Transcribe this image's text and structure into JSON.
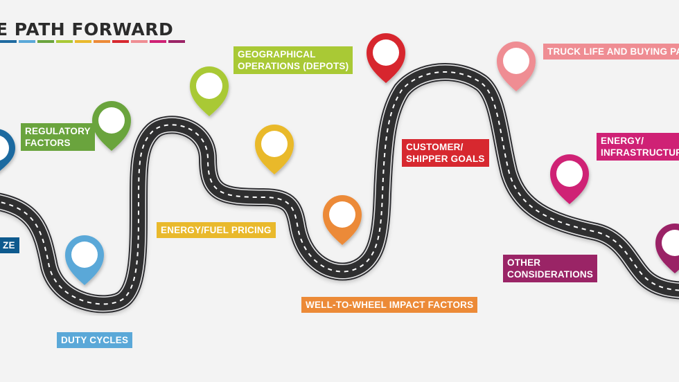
{
  "title": "E PATH FORWARD",
  "colors": {
    "road": "#2f2f30",
    "road_dash": "#ffffff",
    "background": "#f3f3f3",
    "blue": "#1f6aa0",
    "navy": "#0e5a8e",
    "green": "#6aa43d",
    "lime": "#a9c935",
    "yellow": "#e9b92c",
    "orange": "#ec8a37",
    "red": "#d7282f",
    "pink": "#ef8d93",
    "magenta": "#cf2175",
    "plum": "#9a2466",
    "light_blue": "#5aa8d8"
  },
  "title_bar_colors": [
    "#1f6aa0",
    "#5aa8d8",
    "#6aa43d",
    "#a9c935",
    "#e9b92c",
    "#ec8a37",
    "#d7282f",
    "#ef8d93",
    "#cf2175",
    "#9a2466"
  ],
  "labels": {
    "size": "ZE",
    "regulatory": [
      "REGULATORY",
      "FACTORS"
    ],
    "duty_cycles": "DUTY CYCLES",
    "energy_fuel": "ENERGY/FUEL PRICING",
    "geographical": [
      "GEOGRAPHICAL",
      "OPERATIONS (DEPOTS)"
    ],
    "well_to_wheel": "WELL-TO-WHEEL IMPACT FACTORS",
    "customer": [
      "CUSTOMER/",
      "SHIPPER GOALS"
    ],
    "truck_life": "TRUCK LIFE AND BUYING PATTER",
    "other": [
      "OTHER",
      "CONSIDERATIONS"
    ],
    "energy_infra": [
      "ENERGY/",
      "INFRASTRUCTURE"
    ]
  },
  "pins": [
    {
      "name": "pin-blue",
      "color": "#1f6aa0"
    },
    {
      "name": "pin-green",
      "color": "#6aa43d"
    },
    {
      "name": "pin-light-blue",
      "color": "#5aa8d8"
    },
    {
      "name": "pin-lime",
      "color": "#a9c935"
    },
    {
      "name": "pin-yellow",
      "color": "#e9b92c"
    },
    {
      "name": "pin-orange",
      "color": "#ec8a37"
    },
    {
      "name": "pin-red",
      "color": "#d7282f"
    },
    {
      "name": "pin-pink",
      "color": "#ef8d93"
    },
    {
      "name": "pin-magenta",
      "color": "#cf2175"
    },
    {
      "name": "pin-plum",
      "color": "#9a2466"
    }
  ]
}
